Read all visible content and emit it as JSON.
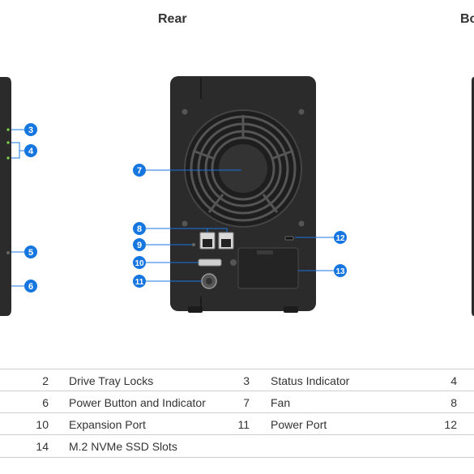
{
  "headings": {
    "rear": "Rear",
    "bottom_partial": "Bo"
  },
  "callouts": {
    "left": [
      "3",
      "4",
      "5",
      "6"
    ],
    "rear": [
      "7",
      "8",
      "9",
      "10",
      "11",
      "12",
      "13"
    ]
  },
  "colors": {
    "callout": "#1676e0",
    "led": "#7fd84a",
    "device": "#2b2b2b"
  },
  "legend": {
    "rows": [
      [
        {
          "n": "2",
          "t": "Drive Tray Locks"
        },
        {
          "n": "3",
          "t": "Status Indicator"
        },
        {
          "n": "4",
          "t": ""
        }
      ],
      [
        {
          "n": "6",
          "t": "Power Button and Indicator"
        },
        {
          "n": "7",
          "t": "Fan"
        },
        {
          "n": "8",
          "t": ""
        }
      ],
      [
        {
          "n": "10",
          "t": "Expansion Port"
        },
        {
          "n": "11",
          "t": "Power Port"
        },
        {
          "n": "12",
          "t": ""
        }
      ],
      [
        {
          "n": "14",
          "t": "M.2 NVMe SSD Slots"
        },
        {
          "n": "",
          "t": ""
        },
        {
          "n": "",
          "t": ""
        }
      ]
    ]
  }
}
